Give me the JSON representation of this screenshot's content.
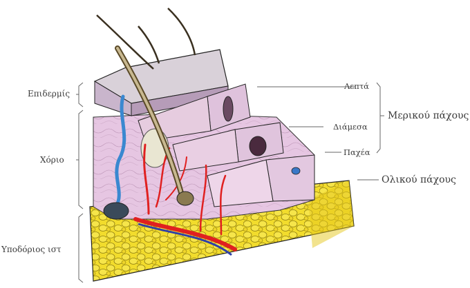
{
  "left_labels": {
    "epidermis": "Επιδερμίς",
    "dermis": "Χόριο",
    "subcutaneous": "Υποδόριος ιστ"
  },
  "right_labels": {
    "thin": "Λεπτά",
    "medium": "Διάμεσα",
    "thick": "Παχέα",
    "partial_thickness": "Μερικού πάχους",
    "full_thickness": "Ολικού πάχους"
  },
  "colors": {
    "epidermis": "#d8d0d8",
    "dermis": "#e8c8e4",
    "subcutaneous_fat": "#f0dc30",
    "artery": "#e02020",
    "vein": "#3a88d0",
    "hair": "#7a6a40",
    "outline": "#222222"
  }
}
